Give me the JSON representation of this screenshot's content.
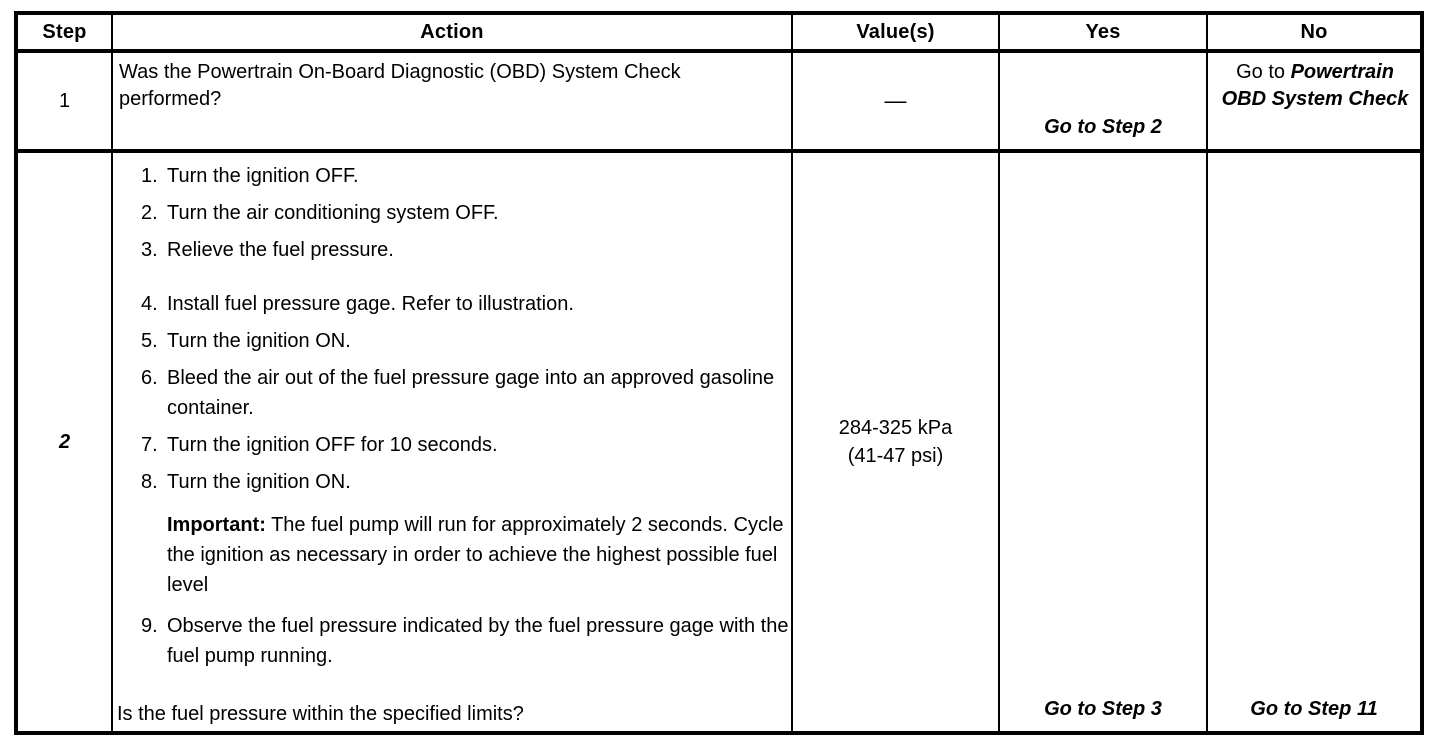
{
  "table": {
    "columns": [
      "Step",
      "Action",
      "Value(s)",
      "Yes",
      "No"
    ],
    "rows": [
      {
        "step": "1",
        "action_text": "Was the Powertrain On-Board Diagnostic (OBD) System Check performed?",
        "value": "—",
        "yes": "Go to Step 2",
        "no_prefix": "Go to ",
        "no_ref": "Powertrain OBD System Check"
      },
      {
        "step": "2",
        "value_line1": "284-325 kPa",
        "value_line2": "(41-47 psi)",
        "yes": "Go to Step 3",
        "no": "Go to Step 11",
        "items": [
          {
            "num": "1.",
            "text": "Turn the ignition OFF."
          },
          {
            "num": "2.",
            "text": "Turn the air conditioning system OFF."
          },
          {
            "num": "3.",
            "text": "Relieve the fuel pressure."
          },
          {
            "num": "4.",
            "text": "Install fuel pressure gage. Refer to illustration."
          },
          {
            "num": "5.",
            "text": "Turn the ignition ON."
          },
          {
            "num": "6.",
            "text": "Bleed the air out of the fuel pressure gage into an approved gasoline container."
          },
          {
            "num": "7.",
            "text": "Turn the ignition OFF for 10 seconds."
          },
          {
            "num": "8.",
            "text": "Turn the ignition ON."
          }
        ],
        "important_label": "Important:",
        "important_text": " The fuel pump will run for approximately 2 seconds. Cycle the ignition as necessary in order to achieve the highest possible fuel level",
        "item9_num": "9.",
        "item9_text": "Observe the fuel pressure indicated by the fuel pressure gage with the fuel pump running.",
        "final_question": "Is the fuel pressure within the specified limits?"
      }
    ]
  },
  "colors": {
    "ink": "#000000",
    "paper": "#ffffff"
  }
}
